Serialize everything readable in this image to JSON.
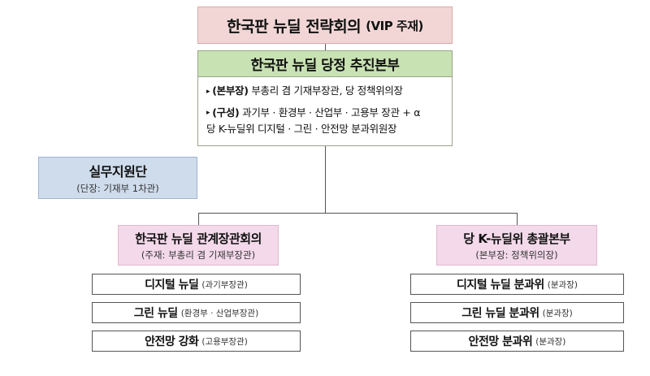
{
  "top": {
    "title": "한국판 뉴딜 전략회의",
    "suffix": "(VIP 주재)"
  },
  "hq": {
    "title": "한국판 뉴딜 당정 추진본부",
    "rows": [
      {
        "bullet": "▸",
        "label": "(본부장)",
        "text": "부총리 겸 기재부장관, 당 정책위의장"
      },
      {
        "bullet": "▸",
        "label": "(구성)",
        "text": "과기부 · 환경부 · 산업부 · 고용부 장관 + α",
        "text2": "당 K-뉴딜위 디지털 · 그린 · 안전망 분과위원장"
      }
    ]
  },
  "support": {
    "title": "실무지원단",
    "subtitle": "(단장: 기재부 1차관)"
  },
  "left": {
    "title": "한국판 뉴딜 관계장관회의",
    "subtitle": "(주재: 부총리 겸 기재부장관)",
    "items": [
      {
        "title": "디지털 뉴딜",
        "note": "(과기부장관)"
      },
      {
        "title": "그린 뉴딜",
        "note": "(환경부 · 산업부장관)"
      },
      {
        "title": "안전망 강화",
        "note": "(고용부장관)"
      }
    ]
  },
  "right": {
    "title": "당 K-뉴딜위 총괄본부",
    "subtitle": "(본부장: 정책위의장)",
    "items": [
      {
        "title": "디지털 뉴딜 분과위",
        "note": "(분과장)"
      },
      {
        "title": "그린 뉴딜 분과위",
        "note": "(분과장)"
      },
      {
        "title": "안전망 분과위",
        "note": "(분과장)"
      }
    ]
  },
  "colors": {
    "top": "#f2d6d6",
    "hq_header": "#c9e2b3",
    "support": "#cfdcec",
    "pink": "#f3d9ea",
    "line": "#555555"
  }
}
